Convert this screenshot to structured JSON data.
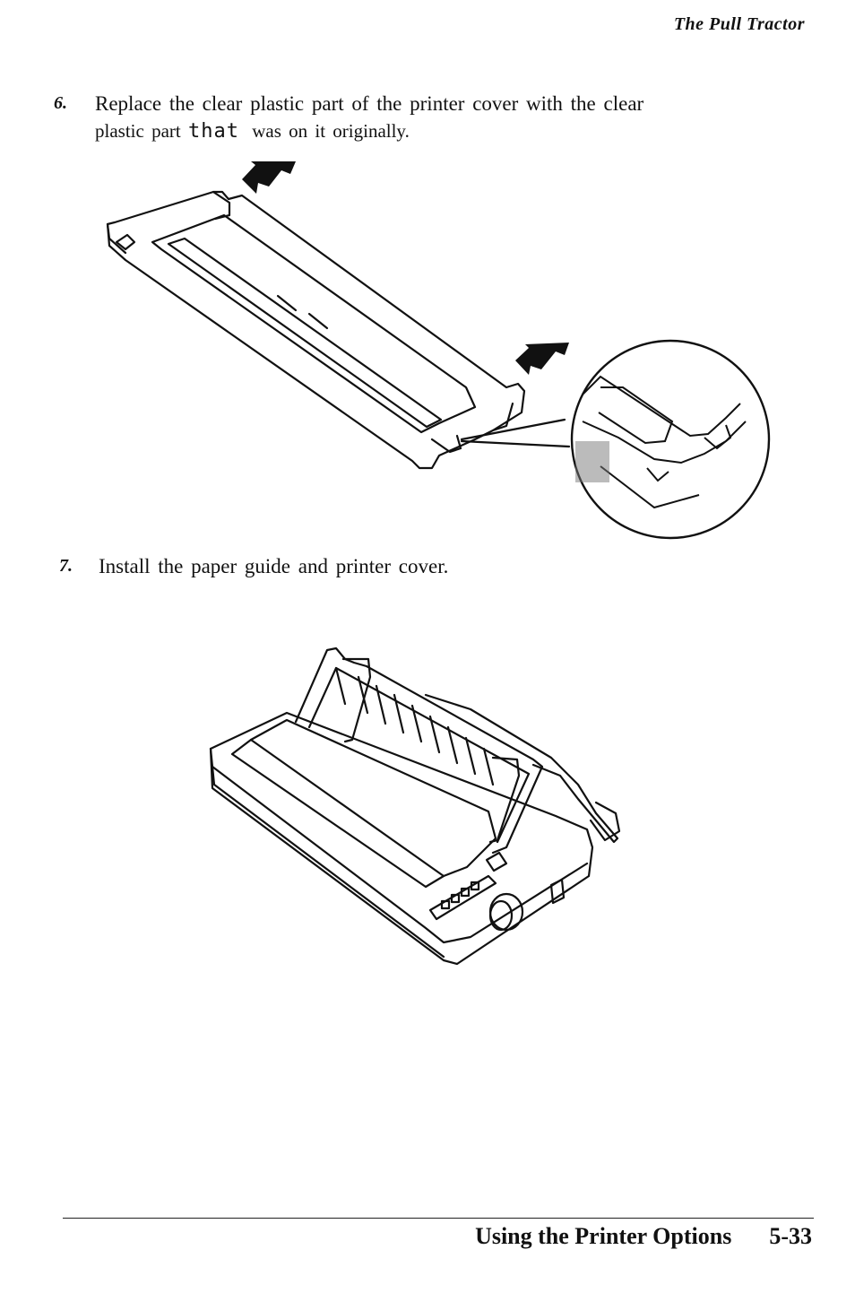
{
  "header": {
    "running_title": "The Pull Tractor"
  },
  "steps": [
    {
      "number": "6.",
      "text_line1": "Replace the clear plastic part of the printer cover with the clear",
      "text_line2_pre": "plastic part",
      "text_line2_mono": "that",
      "text_line2_post": "was on it originally."
    },
    {
      "number": "7.",
      "text": "Install the paper guide and printer cover."
    }
  ],
  "footer": {
    "section_title": "Using the Printer Options",
    "page_number": "5-33"
  }
}
